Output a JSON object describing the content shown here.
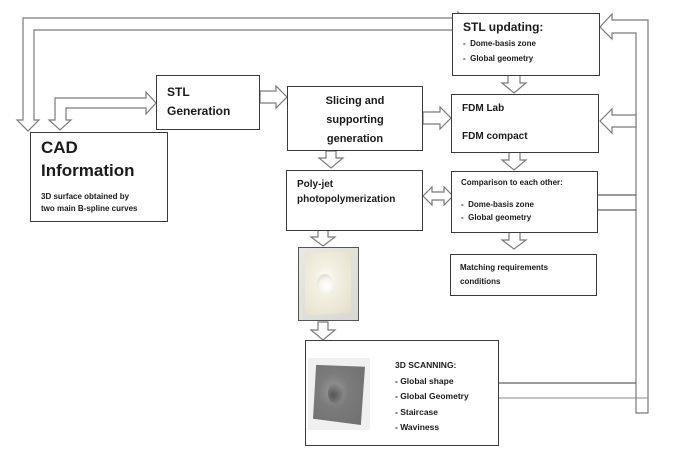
{
  "diagram": {
    "type": "process-flowchart",
    "nodes": {
      "cad": {
        "title_line1": "CAD",
        "title_line2": "Information",
        "subtitle_line1": "3D surface obtained by",
        "subtitle_line2": "two main B-spline curves"
      },
      "stl_generation": {
        "line1": "STL",
        "line2": "Generation"
      },
      "slicing": {
        "line1": "Slicing and",
        "line2": "supporting",
        "line3": "generation"
      },
      "stl_updating": {
        "title": "STL updating:",
        "items": [
          "-  Dome-basis zone",
          "-  Global geometry"
        ]
      },
      "fdm": {
        "line1": "FDM Lab",
        "line2": "FDM compact"
      },
      "polyjet": {
        "line1": "Poly-jet",
        "line2": "photopolymerization"
      },
      "comparison": {
        "title": "Comparison to each other:",
        "items": [
          "-  Dome-basis zone",
          "-  Global geometry"
        ]
      },
      "matching": {
        "line1": "Matching requirements",
        "line2": "conditions"
      },
      "printed_part_photo": {
        "description": "photo of white printed part with dome"
      },
      "scanning": {
        "title": "3D SCANNING:",
        "items": [
          "- Global shape",
          "- Global Geometry",
          "- Staircase",
          "- Waviness"
        ],
        "photo": {
          "description": "grey scanned surface with dome"
        }
      }
    },
    "edges": [
      {
        "from": "cad",
        "to": "stl_generation",
        "style": "hollow-arrow"
      },
      {
        "from": "stl_generation",
        "to": "slicing",
        "style": "hollow-arrow"
      },
      {
        "from": "cad",
        "to": "stl_updating",
        "style": "hollow-arrow",
        "route": "over-top"
      },
      {
        "from": "stl_updating",
        "to": "cad",
        "style": "hollow-arrow",
        "route": "over-top"
      },
      {
        "from": "slicing",
        "to": "fdm",
        "style": "hollow-arrow"
      },
      {
        "from": "slicing",
        "to": "polyjet",
        "style": "hollow-arrow"
      },
      {
        "from": "stl_updating",
        "to": "fdm",
        "style": "hollow-arrow"
      },
      {
        "from": "fdm",
        "to": "comparison",
        "style": "hollow-arrow"
      },
      {
        "from": "polyjet",
        "to": "comparison",
        "style": "double-hollow-arrow"
      },
      {
        "from": "comparison",
        "to": "matching",
        "style": "hollow-arrow"
      },
      {
        "from": "polyjet",
        "to": "printed_part_photo",
        "style": "hollow-arrow"
      },
      {
        "from": "printed_part_photo",
        "to": "scanning",
        "style": "hollow-arrow"
      },
      {
        "from": "comparison",
        "to": "stl_updating",
        "style": "feedback-line"
      },
      {
        "from": "scanning",
        "to": "stl_updating",
        "style": "feedback-line"
      },
      {
        "from": "scanning",
        "to": "fdm",
        "style": "feedback-line"
      }
    ]
  }
}
